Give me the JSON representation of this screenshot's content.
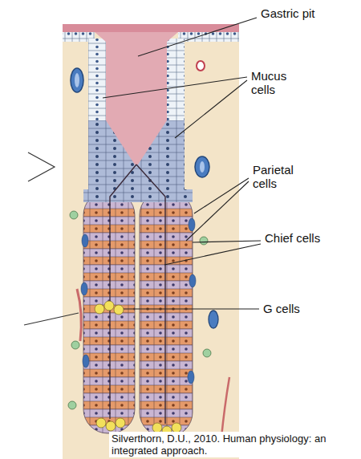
{
  "diagram": {
    "caption": "Silverthorn, D.U., 2010. Human physiology: an integrated approach.",
    "labels": [
      "Gastric pit",
      "Mucus cells",
      "Parietal cells",
      "Chief cells",
      "G cells"
    ]
  }
}
